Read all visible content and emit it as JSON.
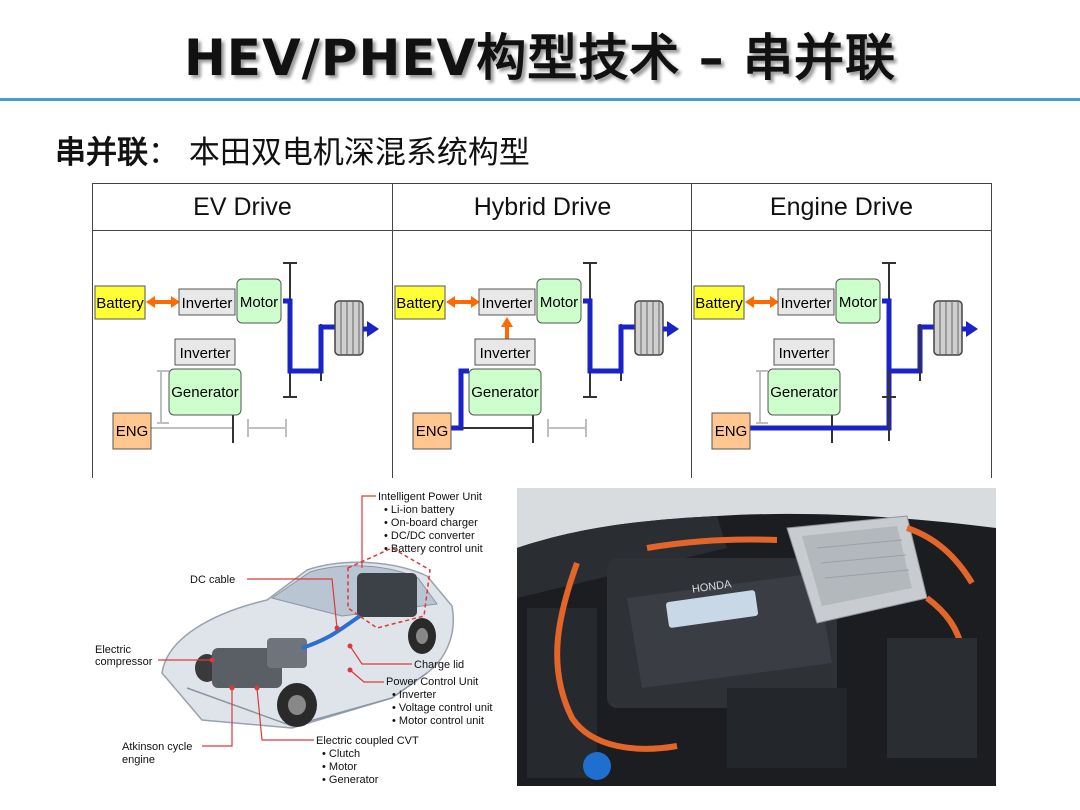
{
  "slide": {
    "title": "HEV/PHEV构型技术 – 串并联",
    "subtitle_lead": "串并联",
    "subtitle_sep": "：",
    "subtitle_text": "本田双电机深混系统构型"
  },
  "modes": [
    {
      "name": "EV Drive",
      "labels": {
        "battery": "Battery",
        "inverter_top": "Inverter",
        "motor": "Motor",
        "inverter_bottom": "Inverter",
        "generator": "Generator",
        "engine": "ENG"
      }
    },
    {
      "name": "Hybrid Drive",
      "labels": {
        "battery": "Battery",
        "inverter_top": "Inverter",
        "motor": "Motor",
        "inverter_bottom": "Inverter",
        "generator": "Generator",
        "engine": "ENG"
      }
    },
    {
      "name": "Engine Drive",
      "labels": {
        "battery": "Battery",
        "inverter_top": "Inverter",
        "motor": "Motor",
        "inverter_bottom": "Inverter",
        "generator": "Generator",
        "engine": "ENG"
      }
    }
  ],
  "car_callouts": {
    "ipu_title": "Intelligent Power Unit",
    "ipu_items": [
      "• Li-ion battery",
      "• On-board charger",
      "• DC/DC converter",
      "• Battery control unit"
    ],
    "dc_cable": "DC cable",
    "compressor_1": "Electric",
    "compressor_2": "compressor",
    "charge_lid": "Charge lid",
    "pcu_title": "Power Control Unit",
    "pcu_items": [
      "• Inverter",
      "• Voltage control unit",
      "• Motor control unit"
    ],
    "atkinson_1": "Atkinson cycle",
    "atkinson_2": "engine",
    "cvt_title": "Electric coupled CVT",
    "cvt_items": [
      "• Clutch",
      "• Motor",
      "• Generator"
    ]
  },
  "engine_photo": {
    "brand": "HONDA"
  },
  "colors": {
    "rule": "#3d9fd6",
    "battery": "#ffff33",
    "motor_generator": "#ccffcc",
    "inverter": "#e8e8e8",
    "engine": "#ffc690",
    "power_flow": "#1a23c8",
    "battery_flow": "#ff6a00",
    "callout_line": "#d93a3a"
  }
}
